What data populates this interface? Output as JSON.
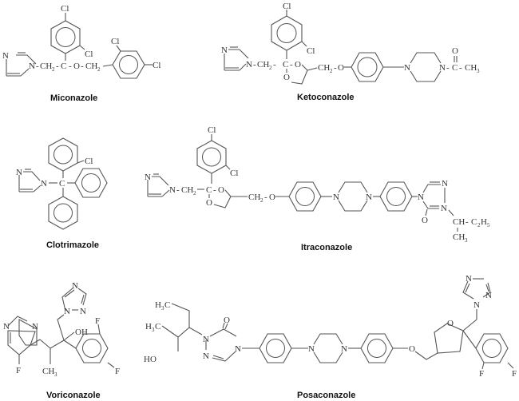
{
  "diagram": {
    "title": "Azole antifungal structures",
    "compounds": [
      {
        "name": "Miconazole"
      },
      {
        "name": "Ketoconazole"
      },
      {
        "name": "Clotrimazole"
      },
      {
        "name": "Itraconazole"
      },
      {
        "name": "Voriconazole"
      },
      {
        "name": "Posaconazole"
      }
    ],
    "atoms": {
      "Cl": "Cl",
      "N": "N",
      "O": "O",
      "C": "C",
      "F": "F",
      "CH2": "CH",
      "CH3": "CH",
      "H3C": "H",
      "OH": "OH",
      "HO": "HO",
      "CH": "CH",
      "C2H5": "C",
      "H5": "H",
      "two": "2",
      "three": "3",
      "five": "5",
      "dash": "-",
      "eq": "="
    }
  }
}
